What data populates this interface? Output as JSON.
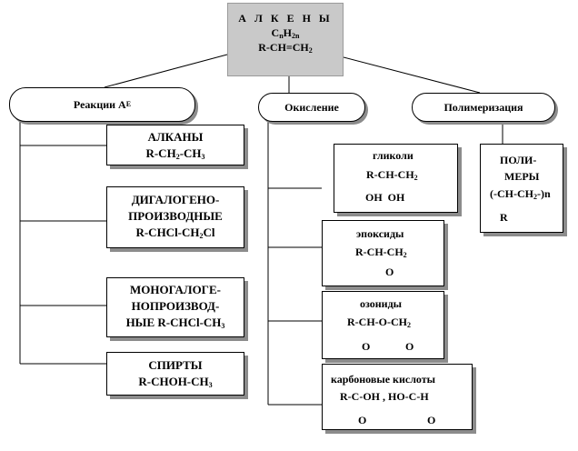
{
  "root": {
    "title": "А Л К Е Н Ы",
    "formula_main": "C",
    "formula_sub1": "n",
    "formula_mid": "H",
    "formula_sub2": "2n",
    "formula2": "R-CH=CH",
    "formula2_sub": "2"
  },
  "categories": {
    "reactions": {
      "label": "Реакции A",
      "sub": "E"
    },
    "oxidation": {
      "label": "Окисление"
    },
    "polymerization": {
      "label": "Полимеризация"
    }
  },
  "reaction_products": {
    "alkanes": {
      "title": "АЛКАНЫ",
      "f1": "R-CH",
      "s1": "2",
      "f2": "-CH",
      "s2": "3"
    },
    "dihalo": {
      "line1": "ДИГАЛОГЕНО-",
      "line2": "ПРОИЗВОДНЫЕ",
      "f1": "R-CHCl-CH",
      "s1": "2",
      "f2": "Cl"
    },
    "monohalo": {
      "line1": "МОНОГАЛОГЕ-",
      "line2": "НОПРОИЗВОД-",
      "line3": "НЫЕ R-CHCl-CH",
      "s1": "3"
    },
    "alcohols": {
      "line1": "СПИРТЫ",
      "f1": "R-CHOH-CH",
      "s1": "3"
    }
  },
  "oxidation_products": {
    "glycols": {
      "title": "гликоли",
      "f1": "R-CH-CH",
      "s1": "2",
      "f2": "OH  OH"
    },
    "epoxides": {
      "title": "эпоксиды",
      "f1": "R-CH-CH",
      "s1": "2",
      "o": "O"
    },
    "ozonides": {
      "title": "озониды",
      "f1": "R-CH-O-CH",
      "s1": "2",
      "o1": "O",
      "o2": "O"
    },
    "carboxylic": {
      "title": "карбоновые кислоты",
      "f1": "R-C-OH , HO-C-H",
      "o1": "O",
      "o2": "O"
    }
  },
  "polymers": {
    "line1": "ПОЛИ-",
    "line2": "МЕРЫ",
    "f1": "(-CH-CH",
    "s1": "2",
    "f2": "-)n",
    "r": "R"
  }
}
